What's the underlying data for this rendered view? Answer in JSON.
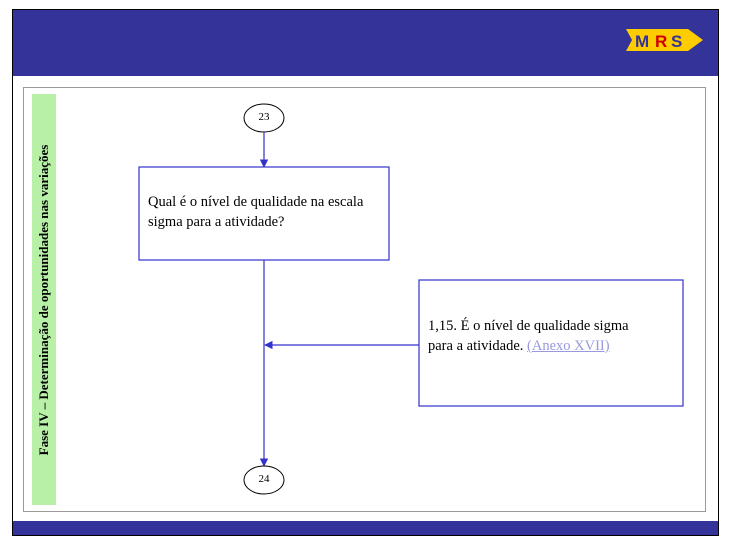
{
  "header": {
    "logo_text": "MRS",
    "colors": {
      "bar": "#333399",
      "logo": "#ffcc00",
      "side_label_bg": "#b8f0a8",
      "connector": "#3333cc"
    }
  },
  "side_label": "Fase IV – Determinação de oportunidades nas variações",
  "flow": {
    "start_node": "23",
    "question_box": "Qual é o nível de qualidade na escala sigma para a atividade?",
    "answer_box_text": "1,15. É o nível de qualidade sigma para a atividade.",
    "answer_box_link": "(Anexo XVII)",
    "end_node": "24"
  }
}
